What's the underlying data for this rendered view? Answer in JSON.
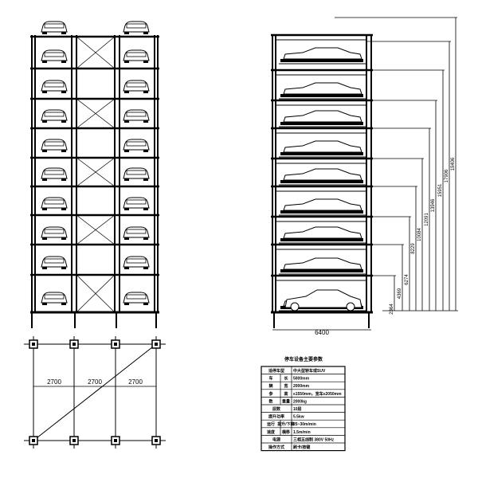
{
  "front_elevation": {
    "levels": 10
  },
  "side_elevation": {
    "levels": 10,
    "width_dim": "6400",
    "height_dims": [
      "2364",
      "4369",
      "6274",
      "8229",
      "10084",
      "12091",
      "13946",
      "15951",
      "17906",
      "19406"
    ]
  },
  "plan_view": {
    "span_dims": [
      "2700",
      "2700",
      "2700"
    ]
  },
  "spec_table": {
    "title": "停车设备主要参数",
    "rows": [
      [
        "适停车型",
        "",
        "中大型轿车或SUV"
      ],
      [
        "车",
        "长",
        "5000mm"
      ],
      [
        "辆",
        "宽",
        "2000mm"
      ],
      [
        "参",
        "高",
        "≤1550mm，宽车≤2050mm"
      ],
      [
        "数",
        "重量",
        "2000kg"
      ],
      [
        "层数",
        "",
        "10层"
      ],
      [
        "提升功率",
        "",
        "5.5kw"
      ],
      [
        "运行",
        "提升/下降",
        "25~30m/min"
      ],
      [
        "速度",
        "横移",
        "1.5m/min"
      ],
      [
        "电源",
        "",
        "三相五线制 380V 50Hz"
      ],
      [
        "操作方式",
        "",
        "刷卡/按键"
      ]
    ]
  }
}
